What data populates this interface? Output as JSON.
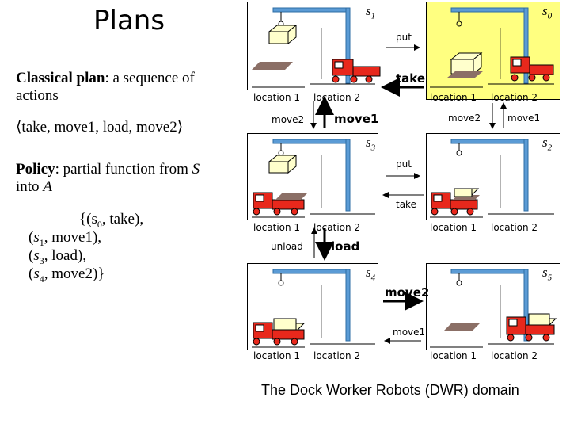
{
  "slide": {
    "title": "Plans",
    "classical_bold": "Classical plan",
    "classical_rest": ": a sequence of actions",
    "sequence": "⟨take, move1, load, move2⟩",
    "policy_bold": "Policy",
    "policy_rest": ": partial function from ",
    "policy_S": "S",
    "policy_into": "into ",
    "policy_A": "A",
    "policy_lines": [
      "{(s0, take),",
      "(s1, move1),",
      "(s3, load),",
      "(s4, move2)}"
    ],
    "caption": "The Dock Worker Robots (DWR) domain"
  },
  "states": {
    "s0": {
      "name": "s",
      "sub": "0"
    },
    "s1": {
      "name": "s",
      "sub": "1"
    },
    "s2": {
      "name": "s",
      "sub": "2"
    },
    "s3": {
      "name": "s",
      "sub": "3"
    },
    "s4": {
      "name": "s",
      "sub": "4"
    },
    "s5": {
      "name": "s",
      "sub": "5"
    }
  },
  "locations": {
    "loc1": "location 1",
    "loc2": "location 2"
  },
  "actions": {
    "put_top": "put",
    "take_top": "take",
    "move2_left": "move2",
    "move1_mid": "move1",
    "move2_right": "move2",
    "move1_right": "move1",
    "put_mid": "put",
    "take_mid": "take",
    "unload": "unload",
    "load": "load",
    "move2_bottom": "move2",
    "move1_bottom": "move1"
  },
  "colors": {
    "highlight": "#ffff80",
    "truck": "#e8281c",
    "container": "#ffffcc",
    "crane": "#5b9bd5",
    "pallet": "#8b6f66"
  }
}
